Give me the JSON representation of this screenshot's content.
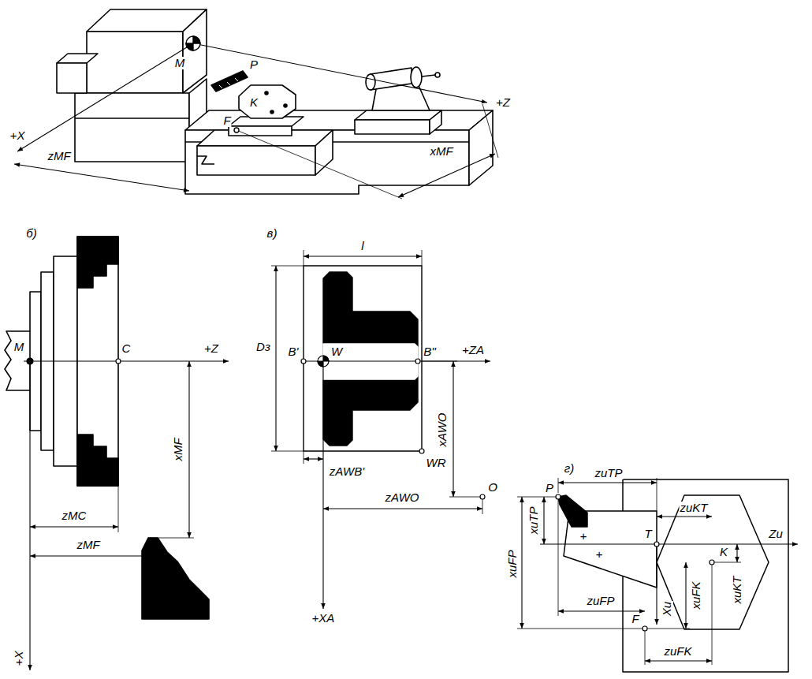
{
  "diagram": {
    "labels": [
      "+X",
      "zMF",
      "M",
      "P",
      "K",
      "F",
      "+Z",
      "xMF",
      "б)",
      "M",
      "C",
      "+Z",
      "xMF",
      "zMC",
      "zMF",
      "+X",
      "в)",
      "l",
      "Dз",
      "B'",
      "W",
      "B''",
      "+ZA",
      "xAWO",
      "WR",
      "zAWB'",
      "O",
      "zAWO",
      "+XA",
      "г)",
      "zиTP",
      "P",
      "xиTP",
      "xиFP",
      "+",
      "+",
      "T",
      "zиKT",
      "Zи",
      "K",
      "xиFK",
      "xиKT",
      "Xи",
      "zиFP",
      "F",
      "zиFK"
    ]
  }
}
